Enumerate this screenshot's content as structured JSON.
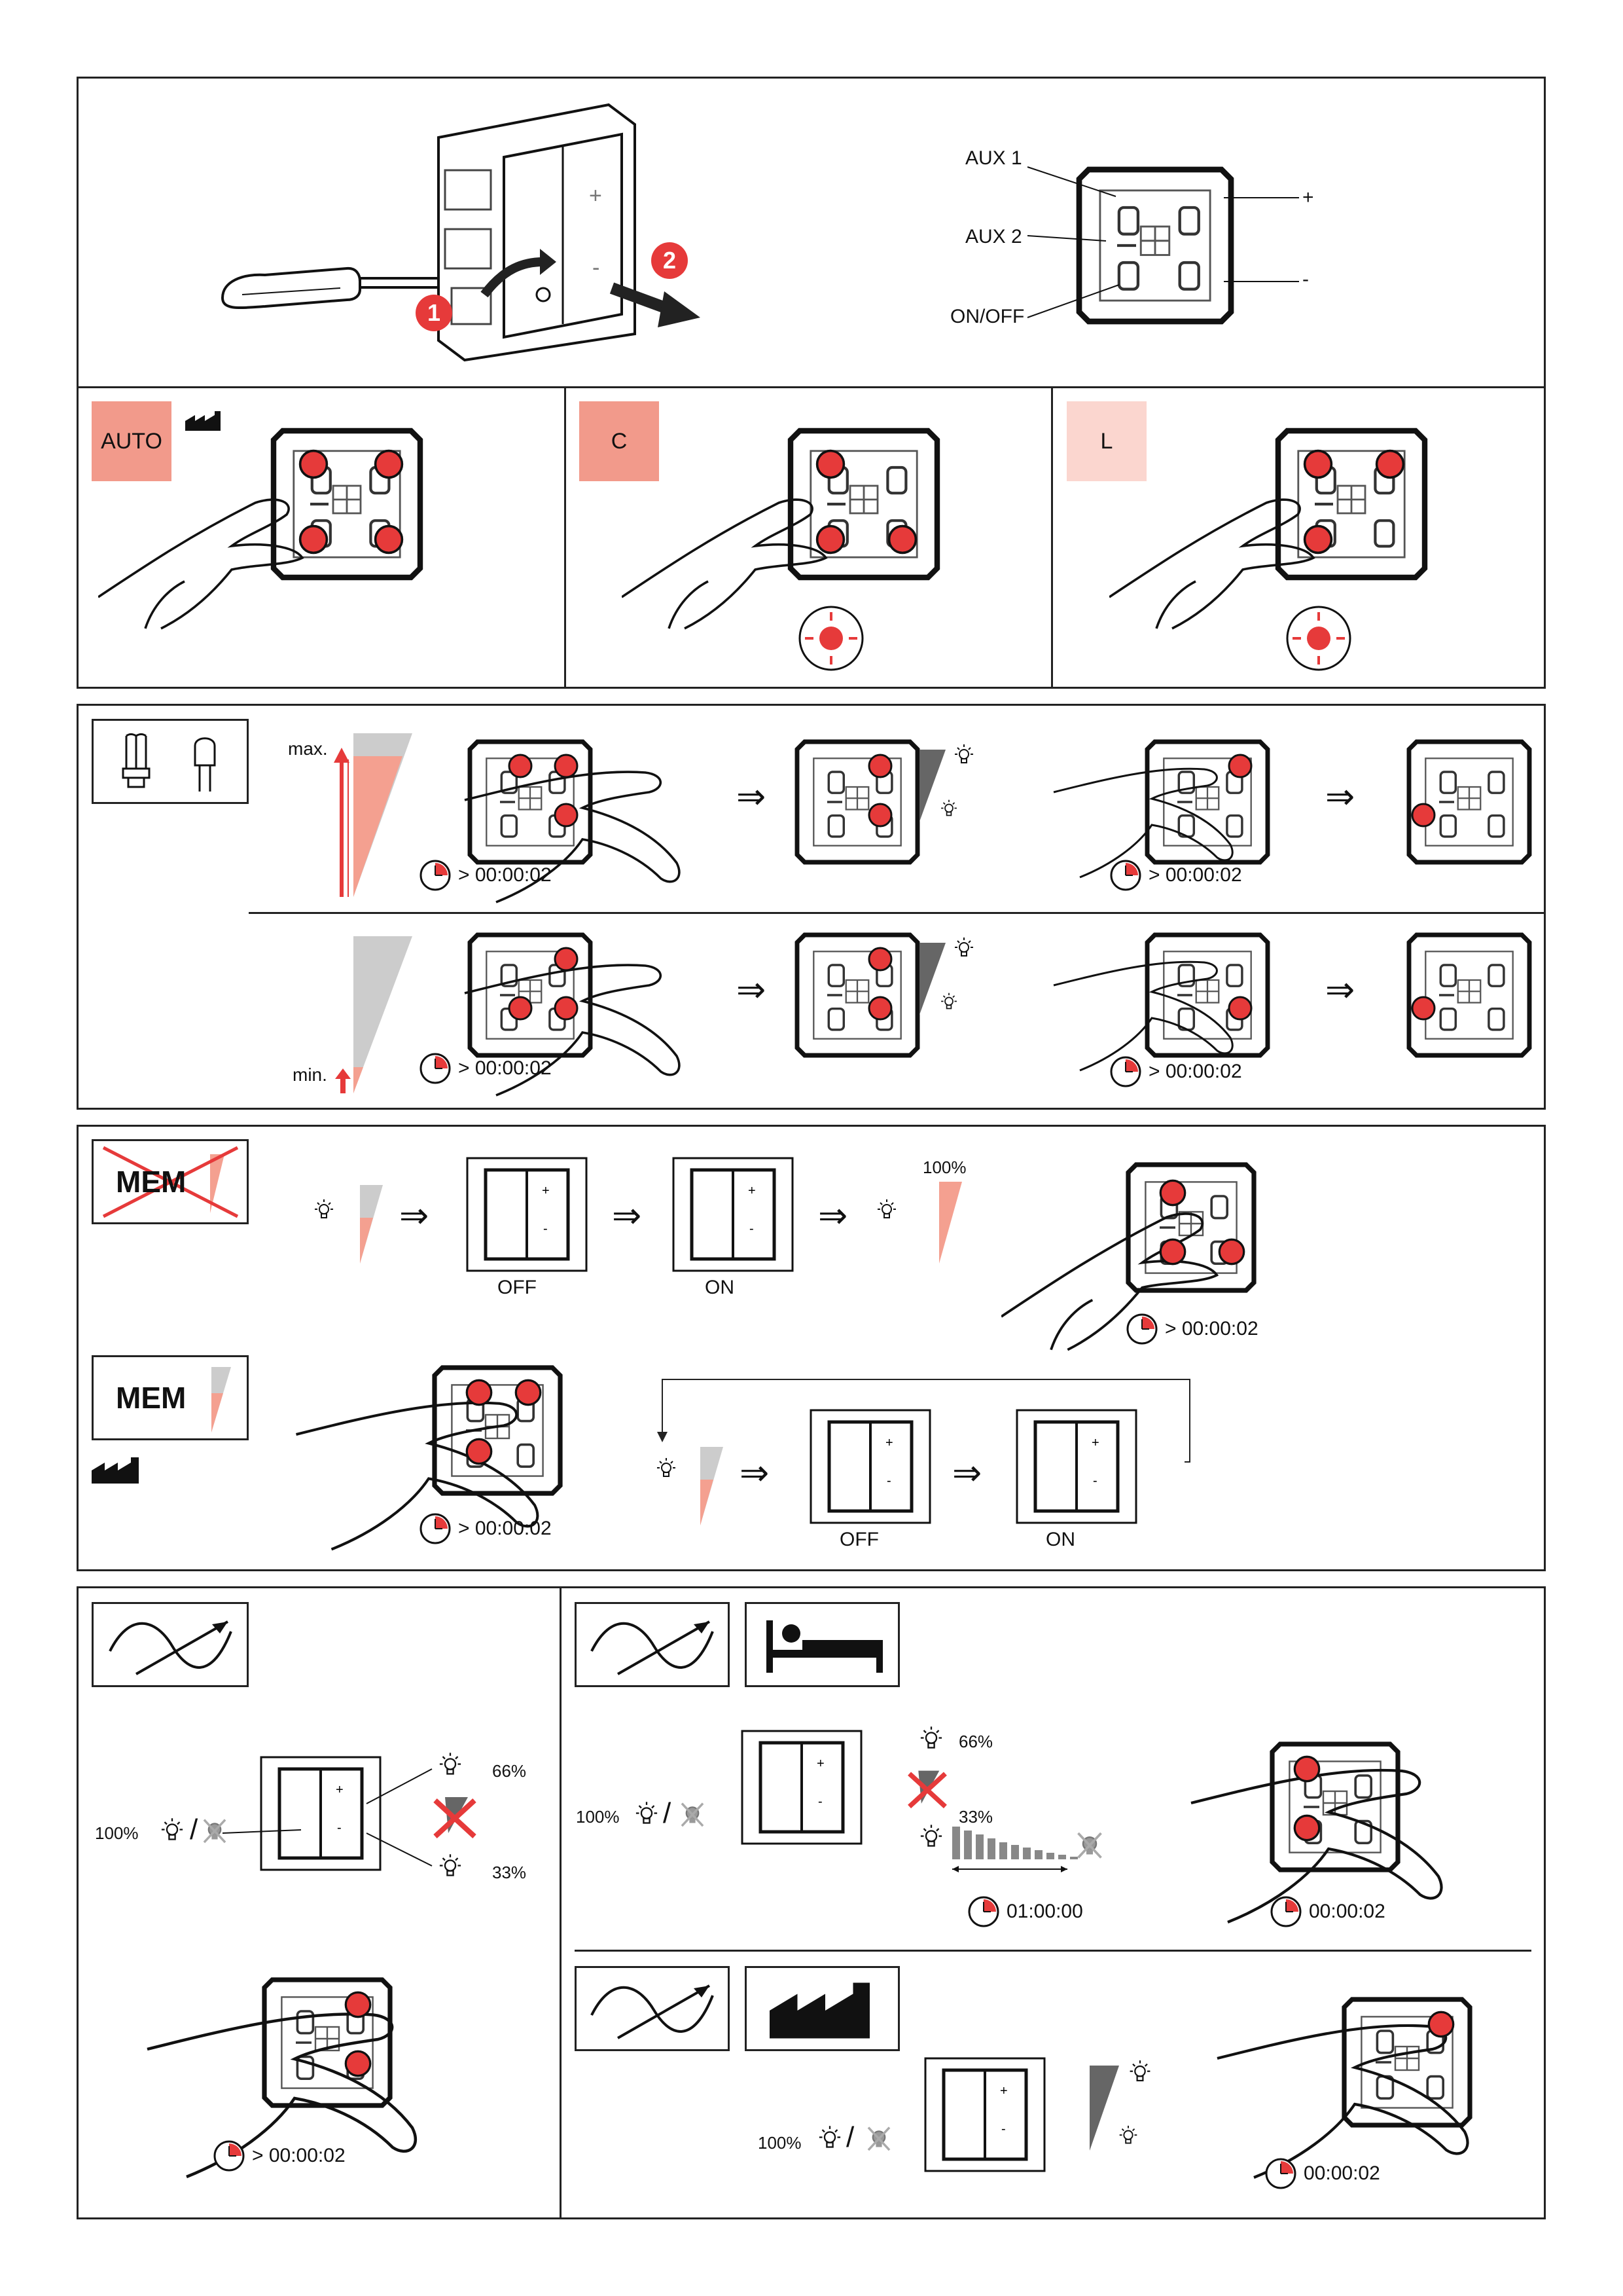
{
  "colors": {
    "accent": "#e63a3a",
    "salmon": "#f4a090",
    "salmon_light": "#f7c5bb",
    "mode_c": "#f29a8b",
    "mode_l": "#fbd6cf",
    "grey": "#bbbbbb"
  },
  "top": {
    "terminals": {
      "aux1": "AUX 1",
      "aux2": "AUX 2",
      "onoff": "ON/OFF",
      "plus": "+",
      "minus": "-"
    },
    "steps": {
      "one": "1",
      "two": "2"
    },
    "plate_marks": {
      "plus": "+",
      "minus": "-"
    }
  },
  "modes": [
    {
      "label": "AUTO"
    },
    {
      "label": "C"
    },
    {
      "label": "L"
    }
  ],
  "levels": {
    "max_label": "max.",
    "min_label": "min.",
    "timer_max": "> 00:00:02",
    "timer_max_2": "> 00:00:02",
    "timer_min": "> 00:00:02",
    "timer_min_2": "> 00:00:02",
    "arrow": "⇒"
  },
  "memory": {
    "no_mem_label": "MEM",
    "mem_label": "MEM",
    "off_label": "OFF",
    "on_label": "ON",
    "percent_100": "100%",
    "timer_top": "> 00:00:02",
    "timer_bottom": "> 00:00:02",
    "off_label_2": "OFF",
    "on_label_2": "ON",
    "arrow": "⇒"
  },
  "timers": {
    "left": {
      "pct_full": "100%",
      "pct_66": "66%",
      "pct_33": "33%",
      "timer": "> 00:00:02"
    },
    "sleep": {
      "pct_full": "100%",
      "pct_66": "66%",
      "pct_33": "33%",
      "duration": "01:00:00",
      "timer": "00:00:02"
    },
    "factory": {
      "pct_full": "100%",
      "timer": "00:00:02"
    }
  },
  "icons": [
    "screwdriver-icon",
    "hand-icon",
    "clock-icon",
    "bulb-icon",
    "cfl-bulb-icon",
    "led-bulb-icon",
    "factory-icon",
    "bed-icon",
    "curve-arrow-icon",
    "cross-icon"
  ]
}
